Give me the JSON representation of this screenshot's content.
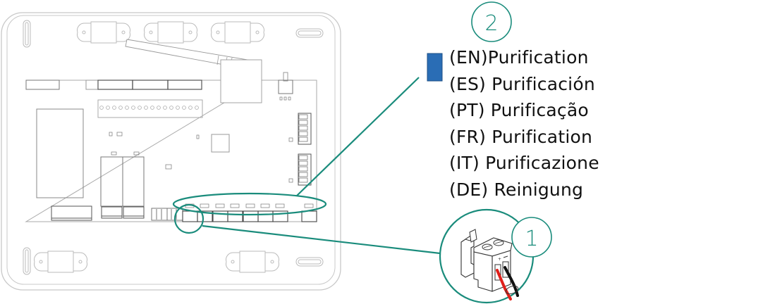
{
  "callouts": [
    {
      "number": "1",
      "description": "terminal-connector-with-red-black-wires"
    },
    {
      "number": "2",
      "description": "purification-connector-row"
    }
  ],
  "legend": {
    "swatch_color": "#2a6db5",
    "lines": [
      "(EN)Purification",
      "(ES) Purificación",
      "(PT) Purificação",
      "(FR) Purification",
      "(IT) Purificazione",
      "(DE) Reinigung"
    ]
  },
  "colors": {
    "accent": "#1a8c7c",
    "outline": "#bdbdbd",
    "board_line": "#888888",
    "wire_red": "#e0201b",
    "wire_black": "#111111"
  }
}
